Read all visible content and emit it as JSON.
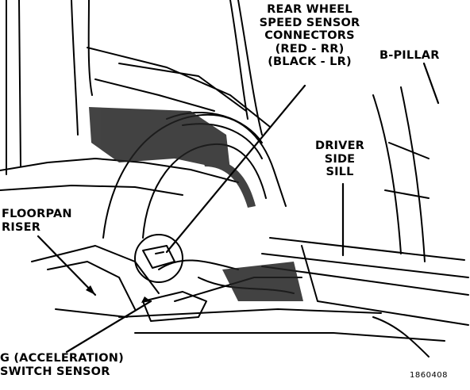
{
  "callouts": {
    "rear_wheel_speed_sensor": [
      "REAR WHEEL",
      "SPEED SENSOR",
      "CONNECTORS",
      "(RED - RR)",
      "(BLACK - LR)"
    ],
    "b_pillar": [
      "B-PILLAR"
    ],
    "driver_side_sill": [
      "DRIVER",
      "SIDE",
      "SILL"
    ],
    "floorpan_riser": [
      "FLOORPAN",
      "RISER"
    ],
    "g_switch_sensor": [
      "G (ACCELERATION)",
      "SWITCH SENSOR"
    ]
  },
  "figure_id": "1860408"
}
